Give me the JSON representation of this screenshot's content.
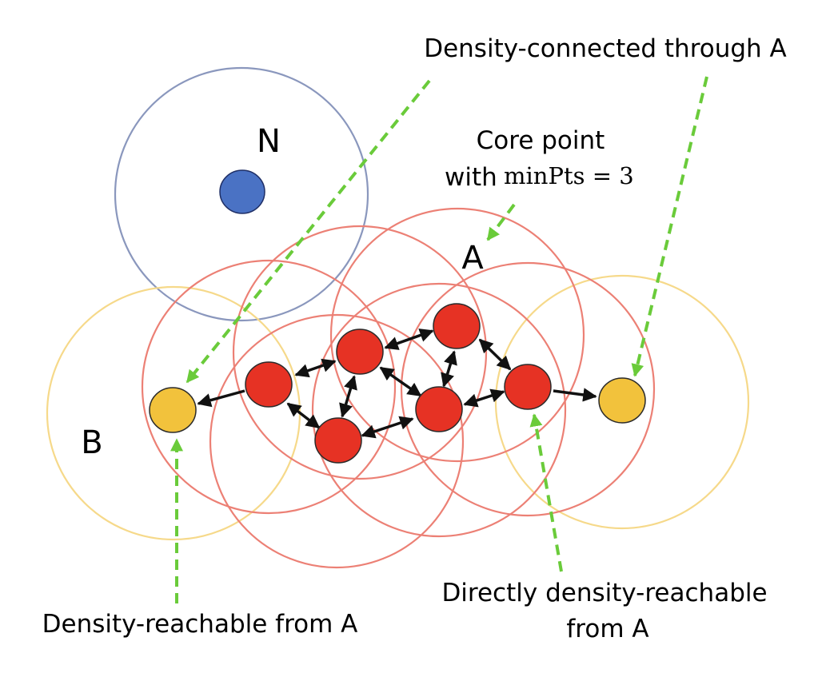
{
  "labels": {
    "point_n": "N",
    "point_a": "A",
    "point_b": "B",
    "core_line1": "Core point",
    "core_line2_prefix": "with",
    "core_math": "minPts = 3",
    "density_connected": "Density-connected through A",
    "density_reachable": "Density-reachable from A",
    "directly_line1": "Directly density-reachable",
    "directly_line2": "from A"
  },
  "colors": {
    "core_point": "#e63224",
    "border_point": "#f2c23c",
    "noise_point": "#4a72c4",
    "core_radius": "#ec8075",
    "border_radius": "#f6d98a",
    "noise_radius": "#8a97bd",
    "arrow": "#111111",
    "annotation_arrow": "#6acb3a"
  }
}
